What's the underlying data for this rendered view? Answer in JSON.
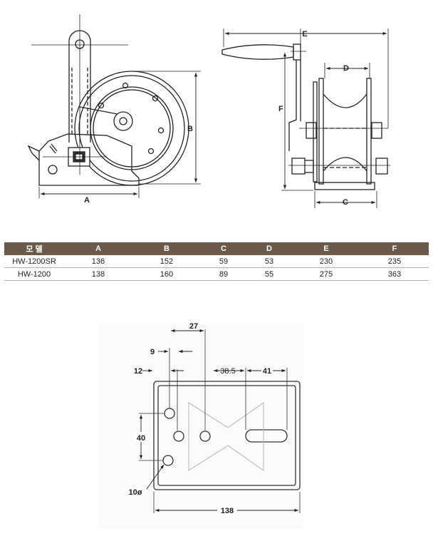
{
  "side_view": {
    "label_a": "A",
    "label_b": "B"
  },
  "front_view": {
    "label_c": "C",
    "label_d": "D",
    "label_e": "E",
    "label_f": "F"
  },
  "spec_table": {
    "headers": [
      "모 델",
      "A",
      "B",
      "C",
      "D",
      "E",
      "F"
    ],
    "rows": [
      [
        "HW-1200SR",
        "136",
        "152",
        "59",
        "53",
        "230",
        "235"
      ],
      [
        "HW-1200",
        "138",
        "160",
        "89",
        "55",
        "275",
        "363"
      ]
    ]
  },
  "base_plate": {
    "dim_27": "27",
    "dim_9": "9",
    "dim_12": "12",
    "dim_38_5": "38.5",
    "dim_41": "41",
    "dim_40": "40",
    "dim_10dia": "10ø",
    "dim_138": "138"
  }
}
